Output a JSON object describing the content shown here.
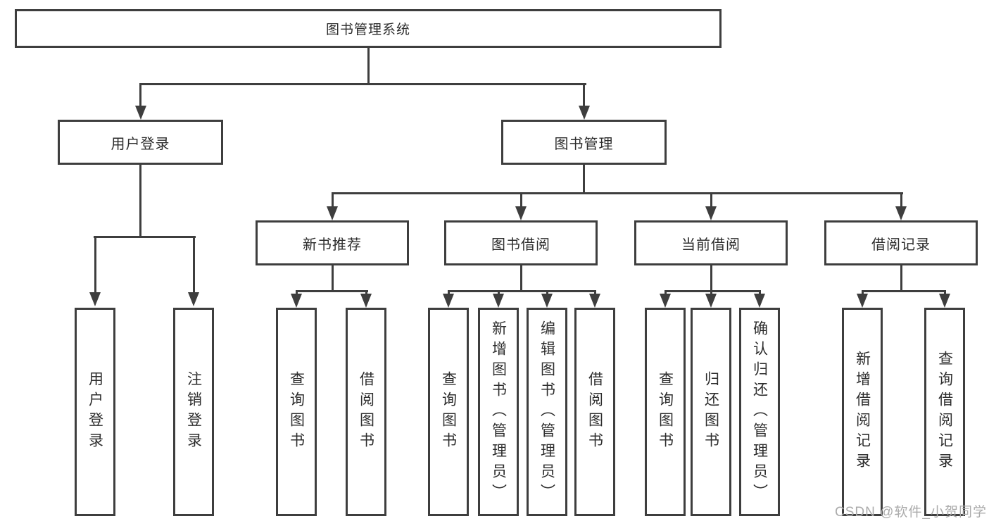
{
  "colors": {
    "line": "#3e3e3e",
    "text": "#2d2d2d",
    "watermark": "#ababab",
    "background": "#ffffff"
  },
  "diagram": {
    "root": "图书管理系统",
    "level2": [
      "用户登录",
      "图书管理"
    ],
    "level3": [
      "新书推荐",
      "图书借阅",
      "当前借阅",
      "借阅记录"
    ],
    "leaves": {
      "user_login": [
        "用户登录",
        "注销登录"
      ],
      "new_book_recommend": [
        "查询图书",
        "借阅图书"
      ],
      "book_borrow": [
        "查询图书",
        "新增图书（管理员）",
        "编辑图书（管理员）",
        "借阅图书"
      ],
      "current_borrow": [
        "查询图书",
        "归还图书",
        "确认归还（管理员）"
      ],
      "borrow_records": [
        "新增借阅记录",
        "查询借阅记录"
      ]
    }
  },
  "watermark": {
    "text": "CSDN @软件_小贺同学"
  }
}
